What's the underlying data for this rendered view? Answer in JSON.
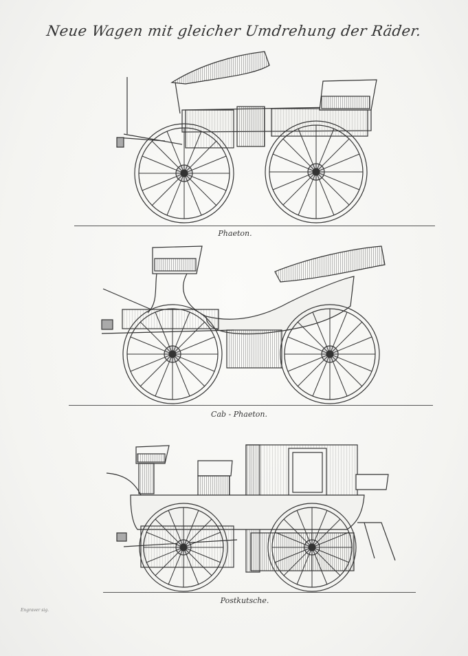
{
  "title": "Neue Wagen mit gleicher Umdrehung der Räder.",
  "plates": [
    {
      "id": "phaeton",
      "caption": "Phaeton."
    },
    {
      "id": "cab-phaeton",
      "caption": "Cab - Phaeton."
    },
    {
      "id": "postkutsche",
      "caption": "Postkutsche."
    }
  ],
  "engraver": "Engraver sig.",
  "colors": {
    "ink": "#333333",
    "paper": "#f7f7f5",
    "shade": "#8a8a8a"
  }
}
